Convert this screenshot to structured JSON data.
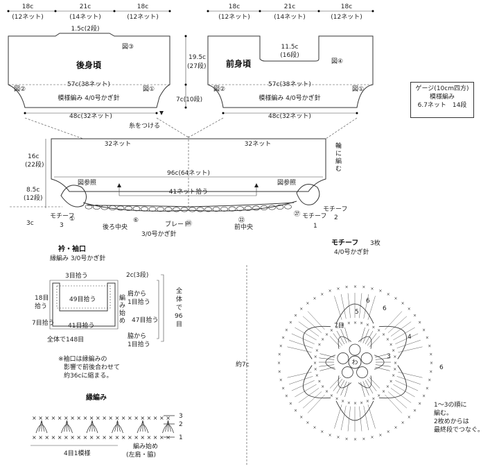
{
  "back_top": {
    "left": "18c",
    "left_sts": "(12ネット)",
    "mid": "21c",
    "mid_sts": "(14ネット)",
    "right": "18c",
    "right_sts": "(12ネット)"
  },
  "front_top": {
    "left": "18c",
    "left_sts": "(12ネット)",
    "mid": "21c",
    "mid_sts": "(14ネット)",
    "right": "18c",
    "right_sts": "(12ネット)"
  },
  "back": {
    "neck": "1.5c(2段)",
    "fig3": "図③",
    "title": "後身頃",
    "width": "57c(38ネット)",
    "fig2": "図②",
    "fig1": "図①",
    "pattern": "模様編み 4/0号かぎ針",
    "bottom": "48c(32ネット)",
    "attach": "糸をつける"
  },
  "front": {
    "neck": "11.5c",
    "neck_rows": "(16段)",
    "fig4": "図④",
    "title": "前身頃",
    "width": "57c(38ネット)",
    "fig2": "図②",
    "fig1": "図①",
    "pattern": "模様編み 4/0号かぎ針",
    "bottom": "48c(32ネット)"
  },
  "side_dims": {
    "h1": "19.5c",
    "h1_rows": "(27段)",
    "h2": "7c(10段)"
  },
  "gauge": {
    "line1": "ゲージ(10cm四方)",
    "line2": "模様編み",
    "line3": "6.7ネット　14段"
  },
  "lower": {
    "left_net": "32ネット",
    "right_net": "32ネット",
    "ring": [
      "輪",
      "に",
      "編",
      "む"
    ],
    "h16": "16c",
    "h16_rows": "(22段)",
    "h85": "8.5c",
    "h85_rows": "(12段)",
    "h3": "3c",
    "total": "96c(64ネット)",
    "pick": "41ネット拾う",
    "ref_left": "図参照",
    "ref_right": "図参照",
    "motif_left": "モチーフ",
    "motif_left_n": "3",
    "motif_right": "モチーフ",
    "motif_right_n": "2",
    "back_center": "後ろ中央",
    "braid": "ブレード",
    "braid_hook": "3/0号かぎ針",
    "front_center": "前中央",
    "motif1": "モチーフ",
    "motif1_n": "1",
    "c1": "①",
    "c6": "⑥",
    "c14": "⑭",
    "c22": "㉒",
    "c27": "㉗"
  },
  "collar": {
    "title": "衿・袖口",
    "subtitle": "縁編み 3/0号かぎ針",
    "pick3": "3目拾う",
    "rows2": "2c(3段)",
    "pick18": "18目",
    "pick18b": "拾う",
    "pick49": "49目拾う",
    "pick7": "7目拾う",
    "pick41": "41目拾う",
    "total148": "全体で148目",
    "shoulder": "肩から",
    "shoulder_pick": "1目拾う",
    "start": [
      "編",
      "み",
      "始",
      "め"
    ],
    "pick47": "47目拾う",
    "side": "脇から",
    "side_pick": "1目拾う",
    "all96": [
      "全",
      "体",
      "で",
      "96",
      "目"
    ],
    "note1": "※袖口は縁編みの",
    "note2": "影響で前後合わせて",
    "note3": "約36cに縮まる。"
  },
  "edging": {
    "title": "縁編み",
    "r3": "3",
    "r2": "2",
    "r1": "1",
    "repeat": "4目1模様",
    "start": "編み始め",
    "start2": "(左肩・脇)"
  },
  "motif": {
    "title": "モチーフ",
    "count": "3枚",
    "hook": "4/0号かぎ針",
    "size": "約7c",
    "ring": "わ",
    "n6a": "6",
    "n6b": "6",
    "n6c": "6",
    "n5": "5",
    "n7": "7目",
    "n4": "4",
    "n3": "3",
    "note1": "1〜3の順に",
    "note2": "編む。",
    "note3": "2枚めからは",
    "note4": "最終段でつなぐ。"
  }
}
